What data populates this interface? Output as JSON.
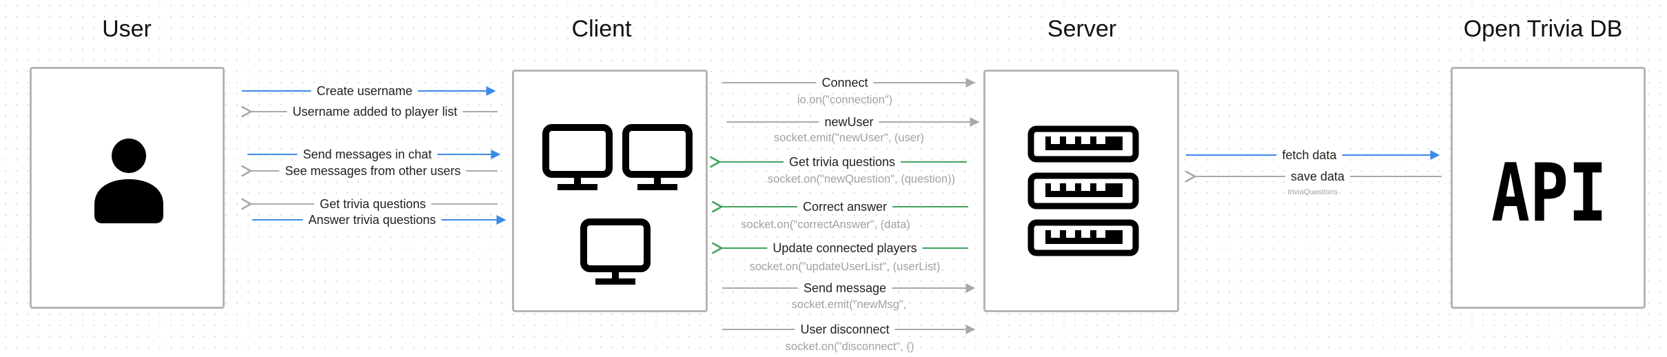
{
  "headings": {
    "user": "User",
    "client": "Client",
    "server": "Server",
    "trivia_db": "Open Trivia DB"
  },
  "api_label": "API",
  "colors": {
    "blue": "#3b8be6",
    "gray": "#a9a9a9",
    "green": "#3fa35c",
    "box_border": "#b5b5b5"
  },
  "user_client": {
    "create_username": "Create username",
    "username_added": "Username added to player list",
    "send_messages": "Send messages in chat",
    "see_messages": "See messages from other users",
    "get_trivia": "Get trivia questions",
    "answer_trivia": "Answer trivia questions"
  },
  "client_server": {
    "connect": {
      "label": "Connect",
      "sub": "io.on(\"connection\")"
    },
    "new_user": {
      "label": "newUser",
      "sub": "socket.emit(\"newUser\", (user)"
    },
    "get_trivia": {
      "label": "Get trivia questions",
      "sub": "socket.on(\"newQuestion\", (question))"
    },
    "correct_answer": {
      "label": "Correct answer",
      "sub": "socket.on(\"correctAnswer\", (data)"
    },
    "update_players": {
      "label": "Update connected players",
      "sub": "socket.on(\"updateUserList\", (userList)"
    },
    "send_message": {
      "label": "Send message",
      "sub": "socket.emit(\"newMsg\","
    },
    "user_disconnect": {
      "label": "User disconnect",
      "sub": "socket.on(\"disconnect\", ()"
    }
  },
  "server_db": {
    "fetch_data": "fetch data",
    "save_data": "save data",
    "save_data_sub": "triviaQuestions"
  }
}
